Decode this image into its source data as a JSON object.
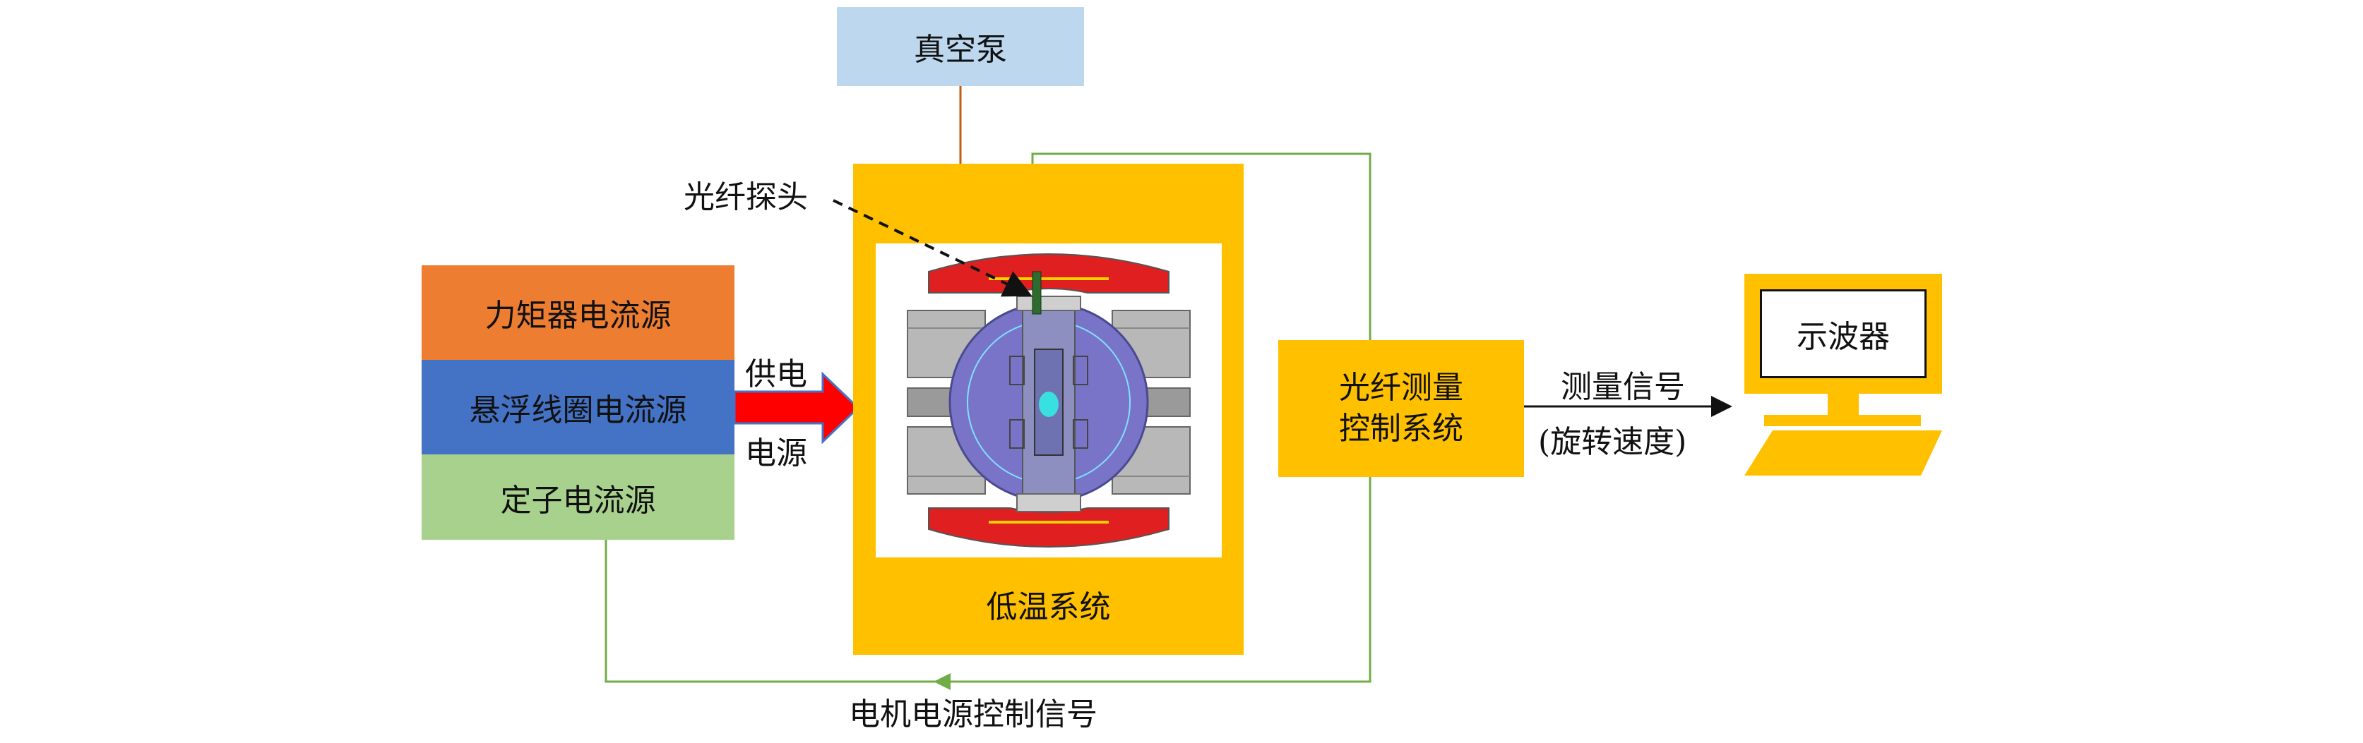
{
  "colors": {
    "vacuum_pump": "#bdd7ee",
    "torquer_source": "#ed7d31",
    "levitation_source": "#4472c4",
    "stator_source": "#a9d18e",
    "cryo": "#ffc000",
    "fiber_ctrl": "#ffc000",
    "oscilloscope": "#ffc000",
    "arrow": "#ff0000",
    "arrow_edge": "#4472c4",
    "signal_wire": "#70ad47",
    "pump_wire": "#c55a11",
    "coil": "#e02020",
    "sphere": "#7a74c8"
  },
  "vacuum_pump": {
    "label": "真空泵"
  },
  "power_sources": {
    "torquer": "力矩器电流源",
    "levitation": "悬浮线圈电流源",
    "stator": "定子电流源"
  },
  "supply_arrow": {
    "label_top": "供电",
    "label_bottom": "电源"
  },
  "fiber_probe": {
    "label": "光纤探头"
  },
  "cryo_system": {
    "label": "低温系统"
  },
  "fiber_control": {
    "line1": "光纤测量",
    "line2": "控制系统"
  },
  "measure_signal": {
    "line1": "测量信号",
    "line2": "(旋转速度)"
  },
  "oscilloscope": {
    "label": "示波器"
  },
  "motor_signal": {
    "label": "电机电源控制信号"
  }
}
